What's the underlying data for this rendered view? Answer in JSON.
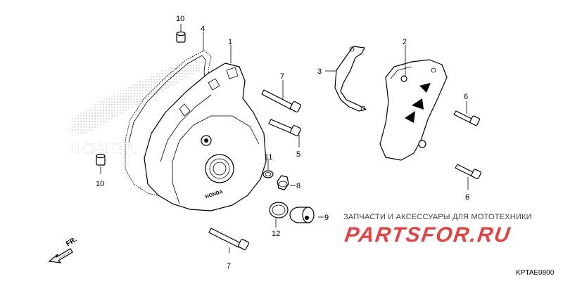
{
  "diagram": {
    "code": "KPTAE0800",
    "direction_label": "FR.",
    "callouts": [
      "10",
      "4",
      "1",
      "7",
      "5",
      "11",
      "8",
      "9",
      "12",
      "7",
      "10",
      "2",
      "3",
      "6",
      "6"
    ],
    "hub_lettering": "HONDA"
  },
  "promo": {
    "caption": "ЗАПЧАСТИ И АКСЕССУАРЫ ДЛЯ МОТОТЕХНИКИ",
    "logo": "PARTSFOR.RU",
    "logo_color": "#e04545"
  },
  "watermark": {
    "text": "HONDA",
    "type": "wing-logo"
  }
}
